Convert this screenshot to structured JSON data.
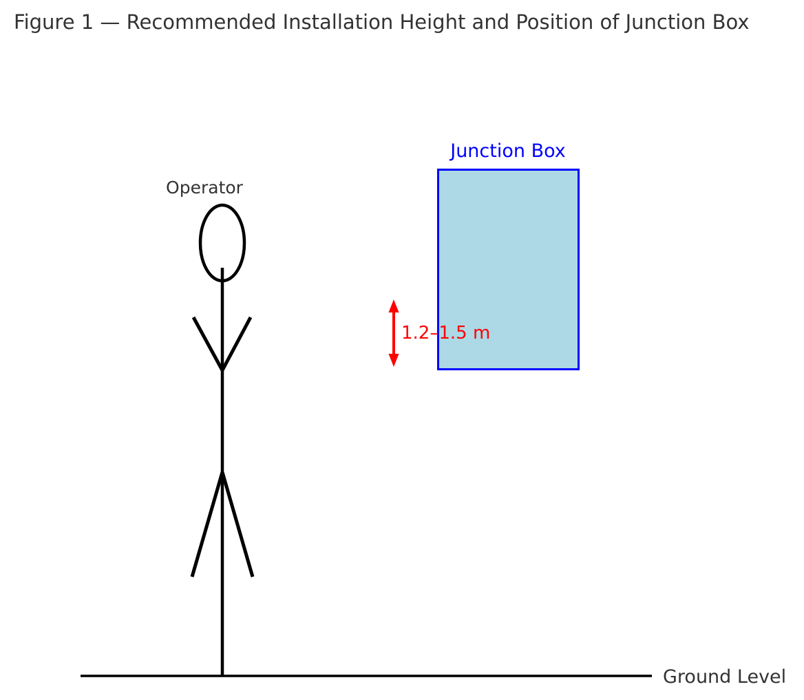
{
  "figure": {
    "title": "Figure 1 — Recommended Installation Height and Position of Junction Box"
  },
  "diagram": {
    "operator_label": "Operator",
    "junction_box_label": "Junction Box",
    "height_dimension_label": "1.2–1.5 m",
    "ground_level_label": "Ground Level"
  },
  "colors": {
    "text": "#333333",
    "figure_stroke": "#000000",
    "junction_box_fill": "#add8e6",
    "junction_box_border": "#0000ff",
    "junction_box_label": "#0000ff",
    "dimension_accent": "#ff0000",
    "ground_line": "#000000"
  }
}
